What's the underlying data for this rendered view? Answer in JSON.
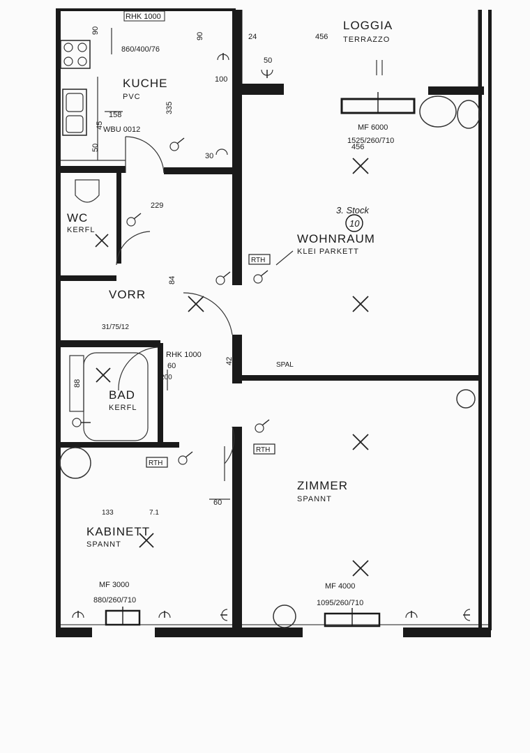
{
  "rooms": {
    "kueche": {
      "name": "KUCHE",
      "floor": "PVC"
    },
    "wc": {
      "name": "WC",
      "floor": "KERFL"
    },
    "vorr": {
      "name": "VORR"
    },
    "wohnraum": {
      "name": "WOHNRAUM",
      "floor": "KLEI PARKETT"
    },
    "bad": {
      "name": "BAD",
      "floor": "KERFL"
    },
    "zimmer": {
      "name": "ZIMMER",
      "floor": "SPANNT"
    },
    "kabinett": {
      "name": "KABINETT",
      "floor": "SPANNT"
    },
    "loggia": {
      "name": "LOGGIA",
      "floor": "TERRAZZO"
    }
  },
  "windows": {
    "wohnraum": {
      "label": "MF 6000",
      "dims": "1525/260/710"
    },
    "kabinett": {
      "label": "MF 3000",
      "dims": "880/260/710"
    },
    "zimmer": {
      "label": "MF 4000",
      "dims": "1095/260/710"
    }
  },
  "radiators": {
    "kueche": {
      "label": "RHK 1000",
      "dims": "860/400/76"
    },
    "bad": {
      "label": "RHK 1000",
      "dims": "60"
    },
    "vorr": {
      "dims": "31/75/12"
    }
  },
  "handwriting": {
    "floor": "3. Stock",
    "unit": "10"
  },
  "labels": {
    "wbu": "WBU 0012",
    "rth": "RTH",
    "spal": "SPAL"
  },
  "dims": {
    "d90a": "90",
    "d90b": "90",
    "d24": "24",
    "d456a": "456",
    "d50": "50",
    "d100": "100",
    "d335": "335",
    "d158": "158",
    "d45": "45",
    "d30": "30",
    "d50b": "50",
    "d456b": "456",
    "d229": "229",
    "d84": "84",
    "d42": "42",
    "d88": "88",
    "d60": "60",
    "d200": "200",
    "d133": "133",
    "d71": "7.1"
  }
}
